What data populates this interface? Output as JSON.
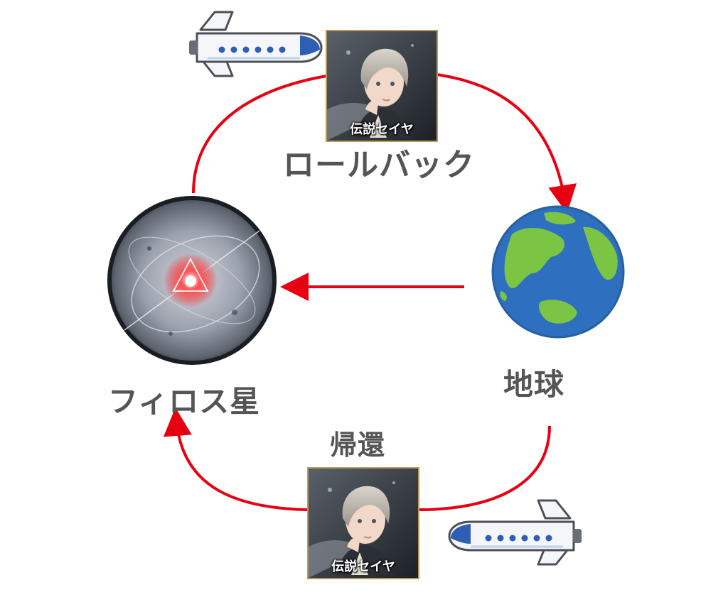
{
  "labels": {
    "rollback": "ロールバック",
    "earth": "地球",
    "philos": "フィロス星",
    "return": "帰還"
  },
  "cards": {
    "top_caption": "伝説セイヤ",
    "bottom_caption": "伝説セイヤ"
  },
  "colors": {
    "arrow": "#e60012",
    "text": "#555555",
    "ocean": "#2f6fc0",
    "land": "#7cc444",
    "card_border": "#b89a5a",
    "shuttle_blue": "#2f5fb5"
  },
  "icons": [
    "space-shuttle-icon",
    "earth-icon",
    "philos-planet-icon",
    "character-portrait-icon"
  ]
}
